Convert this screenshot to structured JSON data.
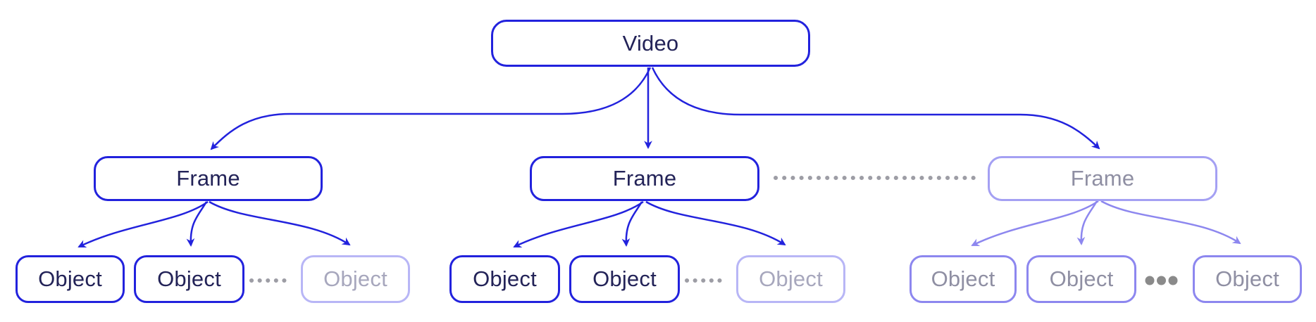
{
  "diagram": {
    "type": "tree",
    "root": {
      "label": "Video"
    },
    "frames": [
      {
        "label": "Frame",
        "style": "active"
      },
      {
        "label": "Frame",
        "style": "active"
      },
      {
        "label": "Frame",
        "style": "faded"
      }
    ],
    "object_groups": [
      {
        "parent_frame": 0,
        "objects": [
          {
            "label": "Object",
            "style": "active"
          },
          {
            "label": "Object",
            "style": "active"
          },
          {
            "label": "Object",
            "style": "faded"
          }
        ],
        "separator": "dotted-line"
      },
      {
        "parent_frame": 1,
        "objects": [
          {
            "label": "Object",
            "style": "active"
          },
          {
            "label": "Object",
            "style": "active"
          },
          {
            "label": "Object",
            "style": "faded"
          }
        ],
        "separator": "dotted-line"
      },
      {
        "parent_frame": 2,
        "objects": [
          {
            "label": "Object",
            "style": "soft"
          },
          {
            "label": "Object",
            "style": "soft"
          },
          {
            "label": "Object",
            "style": "soft"
          }
        ],
        "separator": "ellipsis"
      }
    ],
    "connectors": {
      "frame_row_separator": "dotted-line",
      "ellipsis_icon": "three-dots"
    },
    "colors": {
      "primary": "#2222dd",
      "text_dark": "#232358",
      "frame_faded_border": "#a4a0f3",
      "object_faded_border": "#b8b6f6",
      "faded_text": "#a7a7bd",
      "soft_border": "#8d87ef",
      "soft_text": "#8f8fa3",
      "soft_arrow": "#8d87ef",
      "dot_gray": "#9d9da5",
      "ellipsis_gray": "#8a8a8a",
      "background": "#ffffff"
    }
  }
}
